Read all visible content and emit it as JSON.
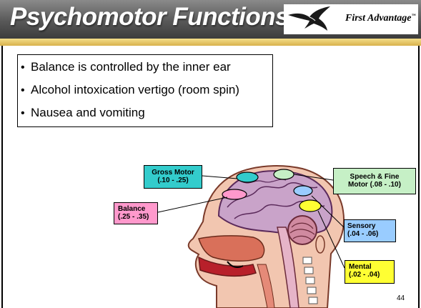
{
  "slide": {
    "title": "Psychomotor Functions",
    "brand": "First Advantage",
    "brand_mark": "™",
    "page_number": "44"
  },
  "bullets": [
    "Balance is controlled by the inner ear",
    "Alcohol intoxication vertigo (room spin)",
    "Nausea and vomiting"
  ],
  "labels": {
    "gross_motor": {
      "name": "Gross Motor",
      "range": "(.10 - .25)"
    },
    "speech_fine_motor": {
      "name": "Speech & Fine",
      "name2": "Motor (.08 - .10)"
    },
    "balance": {
      "name": "Balance",
      "range": "(.25 - .35)"
    },
    "sensory": {
      "name": "Sensory",
      "range": "(.04 - .06)"
    },
    "mental": {
      "name": "Mental",
      "range": "(.02 - .04)"
    }
  },
  "colors": {
    "gross_motor": "#33cccc",
    "speech_fine_motor": "#c6f0c6",
    "balance": "#ff99cc",
    "sensory": "#99ccff",
    "mental": "#ffff33",
    "accent_bar": "#d8b24c",
    "header": "#585858"
  },
  "icons": {
    "logo": "eagle-icon",
    "illustration": "head-cross-section-icon"
  }
}
